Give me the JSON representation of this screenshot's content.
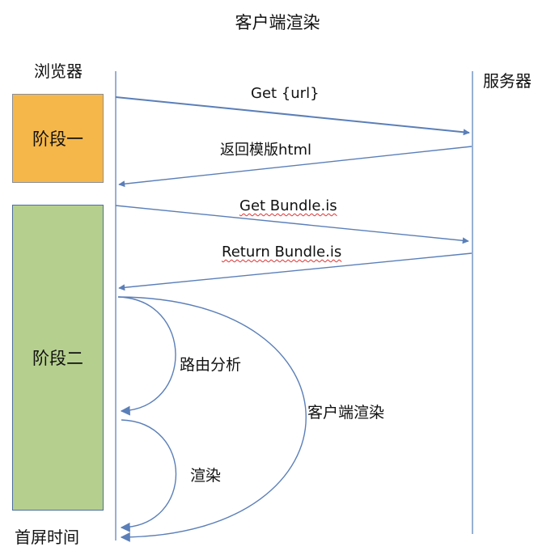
{
  "title": "客户端渲染",
  "actors": {
    "browser": "浏览器",
    "server": "服务器"
  },
  "stages": {
    "stage1": "阶段一",
    "stage2": "阶段二"
  },
  "messages": {
    "get_url": "Get {url}",
    "return_template": "返回模版html",
    "get_bundle": "Get Bundle.is",
    "return_bundle": "Return Bundle.is"
  },
  "annotations": {
    "route_analysis": "路由分析",
    "render": "渲染",
    "client_render": "客户端渲染",
    "first_screen": "首屏时间"
  },
  "colors": {
    "stage1_fill": "#f5b74a",
    "stage1_border": "#8a8f9a",
    "stage2_fill": "#b5cf8e",
    "stage2_border": "#4d6f9e",
    "lifeline": "#7f9cc9",
    "arrow": "#5b7fb8"
  }
}
